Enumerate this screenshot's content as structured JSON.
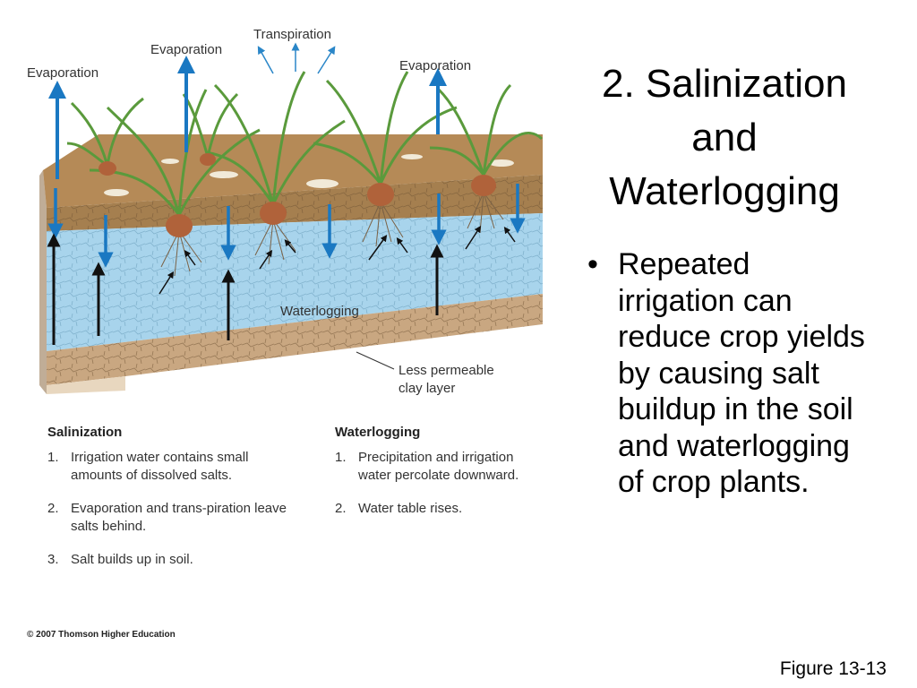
{
  "slide": {
    "title_lines": [
      "2. Salinization",
      "and",
      "Waterlogging"
    ],
    "bullet": "Repeated irrigation can reduce crop yields by causing salt buildup in the soil and waterlogging of crop plants.",
    "figure_label": "Figure 13-13"
  },
  "diagram": {
    "labels": {
      "evaporation_left": "Evaporation",
      "evaporation_mid": "Evaporation",
      "transpiration": "Transpiration",
      "evaporation_right": "Evaporation",
      "waterlogging": "Waterlogging",
      "clay_line1": "Less permeable",
      "clay_line2": "clay layer"
    },
    "colors": {
      "soil": "#b08a58",
      "water": "#a8d4ec",
      "clay": "#c9a781",
      "arrow_blue": "#1a78c2",
      "arrow_black": "#111111",
      "leaf": "#5a9a3c",
      "bulb": "#b0623a"
    }
  },
  "legend": {
    "salinization": {
      "heading": "Salinization",
      "items": [
        {
          "num": "1.",
          "text": "Irrigation water contains small amounts of dissolved salts."
        },
        {
          "num": "2.",
          "text": "Evaporation and trans-piration leave salts behind."
        },
        {
          "num": "3.",
          "text": "Salt builds up in soil."
        }
      ]
    },
    "waterlogging": {
      "heading": "Waterlogging",
      "items": [
        {
          "num": "1.",
          "text": "Precipitation and irrigation water percolate downward."
        },
        {
          "num": "2.",
          "text": "Water table rises."
        }
      ]
    }
  },
  "copyright": "© 2007 Thomson Higher Education"
}
